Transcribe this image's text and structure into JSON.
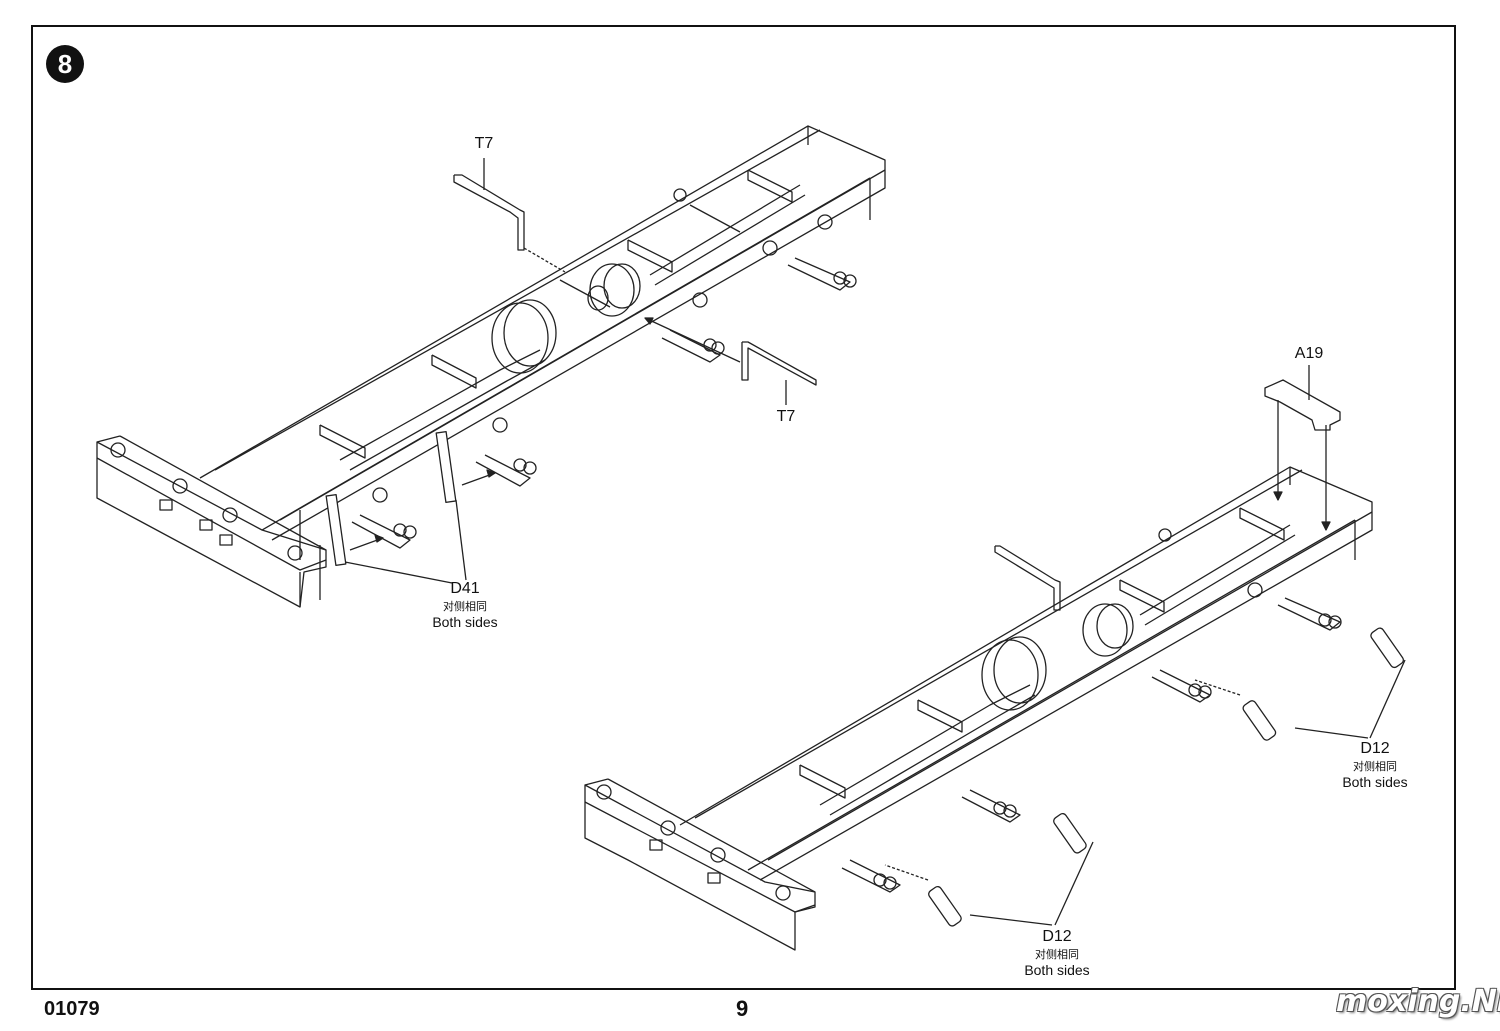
{
  "step": {
    "number": "8"
  },
  "callouts": {
    "t7_top": {
      "part": "T7"
    },
    "t7_mid": {
      "part": "T7"
    },
    "d41": {
      "part": "D41",
      "note_cn": "对侧相同",
      "note_en": "Both sides"
    },
    "a19": {
      "part": "A19"
    },
    "d12_right": {
      "part": "D12",
      "note_cn": "对侧相同",
      "note_en": "Both sides"
    },
    "d12_bottom": {
      "part": "D12",
      "note_cn": "对侧相同",
      "note_en": "Both sides"
    }
  },
  "footer": {
    "code": "01079",
    "page": "9"
  },
  "watermark": {
    "text": "moxing.NET"
  }
}
